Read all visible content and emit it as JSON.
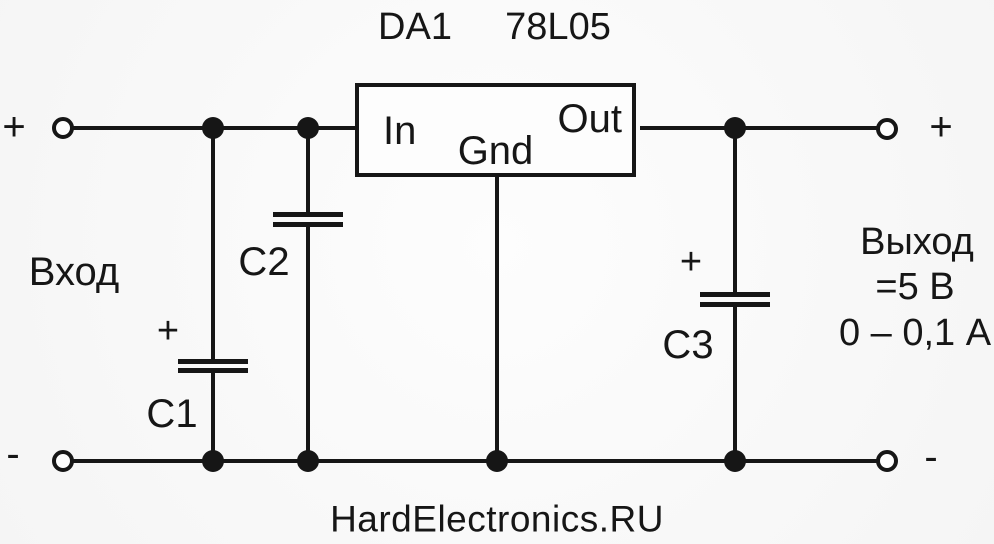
{
  "ic": {
    "designator": "DA1",
    "part_number": "78L05",
    "pins": {
      "in": "In",
      "gnd": "Gnd",
      "out": "Out"
    }
  },
  "input": {
    "label": "Вход",
    "plus": "+",
    "minus": "-"
  },
  "output": {
    "label": "Выход",
    "voltage": "=5 В",
    "current": "0 – 0,1 А",
    "plus": "+",
    "minus": "-"
  },
  "capacitors": {
    "c1": {
      "name": "C1",
      "polarity": "+"
    },
    "c2": {
      "name": "C2"
    },
    "c3": {
      "name": "C3",
      "polarity": "+"
    }
  },
  "watermark": "HardElectronics.RU",
  "colors": {
    "line": "#161616",
    "background": "#f5f5f5",
    "component_fill": "#fdfdfd"
  }
}
